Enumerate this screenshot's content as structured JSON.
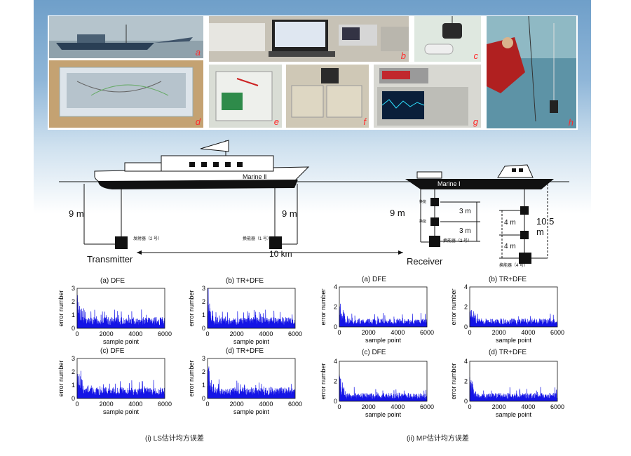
{
  "photo_letters": [
    "a",
    "b",
    "c",
    "d",
    "e",
    "f",
    "g",
    "h"
  ],
  "scene": {
    "ship1_name": "Marine Ⅱ",
    "ship2_name": "Marine Ⅰ",
    "depth_left": "9 m",
    "depth_mid": "9 m",
    "depth_recv": "9 m",
    "depth_far": "10.5 m",
    "spacing_3m_a": "3 m",
    "spacing_3m_b": "3 m",
    "spacing_4m_a": "4 m",
    "spacing_4m_b": "4 m",
    "distance": "10 km",
    "transmitter": "Transmitter",
    "receiver": "Receiver",
    "tag_tx": "发射器（2 号）",
    "tag_rx1": "换能器（1 号）",
    "tag_rx2": "换能器（2 号）",
    "tag_rx3": "换能器（4 号）",
    "tag_h1": "换能",
    "tag_h2": "换能"
  },
  "plots": [
    {
      "title": "(a)  DFE",
      "ylabel": "error number",
      "xlabel": "sample point",
      "ymax": 3,
      "yticks": [
        "0",
        "1",
        "2",
        "3"
      ],
      "xticks": [
        "0",
        "2000",
        "4000",
        "6000"
      ]
    },
    {
      "title": "(b)  TR+DFE",
      "ylabel": "error number",
      "xlabel": "sample point",
      "ymax": 3,
      "yticks": [
        "0",
        "1",
        "2",
        "3"
      ],
      "xticks": [
        "0",
        "2000",
        "4000",
        "6000"
      ]
    },
    {
      "title": "(a)  DFE",
      "ylabel": "error number",
      "xlabel": "sample point",
      "ymax": 4,
      "yticks": [
        "0",
        "2",
        "4"
      ],
      "xticks": [
        "0",
        "2000",
        "4000",
        "6000"
      ]
    },
    {
      "title": "(b) TR+DFE",
      "ylabel": "error number",
      "xlabel": "sample point",
      "ymax": 4,
      "yticks": [
        "0",
        "2",
        "4"
      ],
      "xticks": [
        "0",
        "2000",
        "4000",
        "6000"
      ]
    },
    {
      "title": "(c)  DFE",
      "ylabel": "error number",
      "xlabel": "sample point",
      "ymax": 3,
      "yticks": [
        "0",
        "1",
        "2",
        "3"
      ],
      "xticks": [
        "0",
        "2000",
        "4000",
        "6000"
      ]
    },
    {
      "title": "(d) TR+DFE",
      "ylabel": "error number",
      "xlabel": "sample point",
      "ymax": 3,
      "yticks": [
        "0",
        "1",
        "2",
        "3"
      ],
      "xticks": [
        "0",
        "2000",
        "4000",
        "6000"
      ]
    },
    {
      "title": "(c)  DFE",
      "ylabel": "error number",
      "xlabel": "sample point",
      "ymax": 4,
      "yticks": [
        "0",
        "2",
        "4"
      ],
      "xticks": [
        "0",
        "2000",
        "4000",
        "6000"
      ]
    },
    {
      "title": "(d) TR+DFE",
      "ylabel": "error number",
      "xlabel": "sample point",
      "ymax": 4,
      "yticks": [
        "0",
        "2",
        "4"
      ],
      "xticks": [
        "0",
        "2000",
        "4000",
        "6000"
      ]
    }
  ],
  "captions": {
    "left": "(i)  LS估计均方误差",
    "right": "(ii) MP估计均方误差"
  },
  "colors": {
    "series": "#1414e6",
    "letter": "#ff2a2a"
  }
}
